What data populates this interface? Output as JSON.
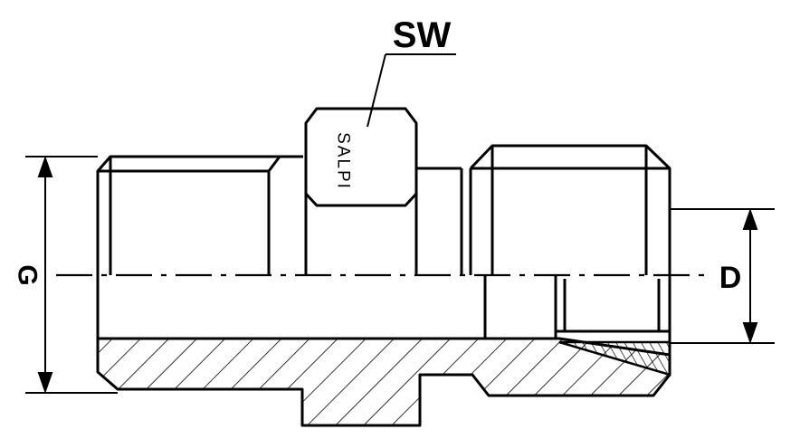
{
  "labels": {
    "wrench_size": "SW",
    "brand": "SALPI",
    "thread_diameter": "G",
    "tube_diameter": "D"
  },
  "colors": {
    "line": "#000000",
    "background": "#ffffff"
  }
}
